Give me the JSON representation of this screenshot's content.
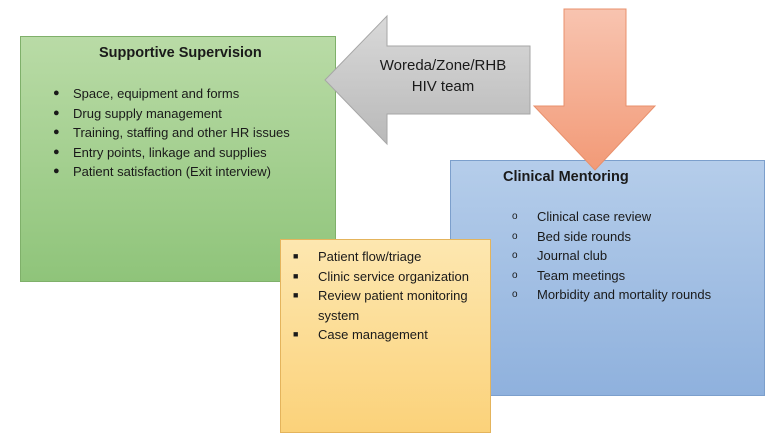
{
  "diagram": {
    "supervision": {
      "title": "Supportive Supervision",
      "items": [
        "Space, equipment and forms",
        "Drug supply management",
        "Training, staffing and other HR issues",
        "Entry points, linkage and supplies",
        "Patient satisfaction (Exit interview)"
      ]
    },
    "mentoring": {
      "title": "Clinical Mentoring",
      "items": [
        "Clinical case review",
        "Bed side rounds",
        "Journal club",
        "Team meetings",
        "Morbidity and mortality rounds"
      ]
    },
    "center": {
      "items": [
        "Patient flow/triage",
        "Clinic service organization",
        "Review patient monitoring system",
        "Case management"
      ]
    },
    "arrow_label": {
      "line1": "Woreda/Zone/RHB",
      "line2": "HIV team"
    },
    "colors": {
      "supervision": "#a6d08f",
      "mentoring": "#9dbde4",
      "center": "#fcd98b",
      "left_arrow": "#c8c8c8",
      "down_arrow": "#f5a98a"
    }
  }
}
